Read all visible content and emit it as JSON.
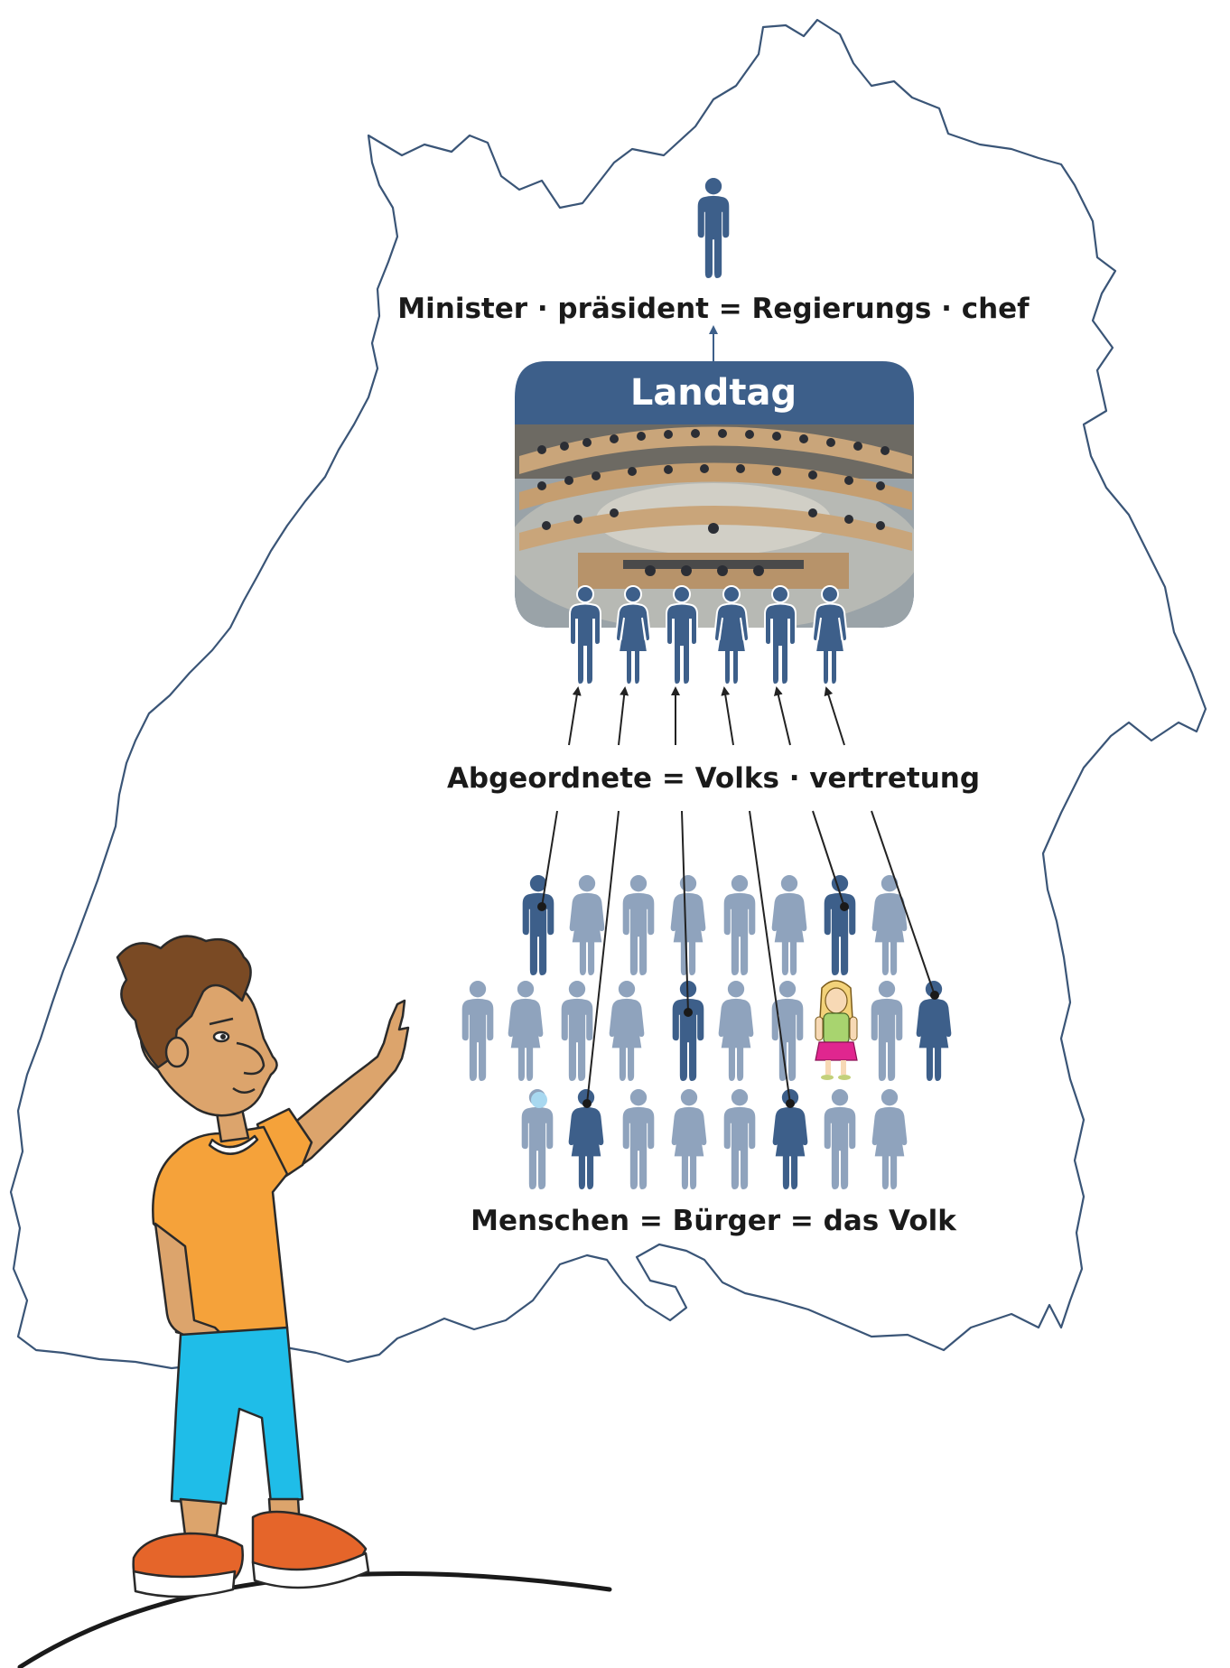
{
  "labels": {
    "top": "Minister · präsident = Regierungs · chef",
    "box_title": "Landtag",
    "middle": "Abgeordnete = Volks · vertretung",
    "bottom": "Menschen = Bürger = das Volk"
  },
  "colors": {
    "map_outline": "#3a5577",
    "person_dark": "#3d5f8a",
    "person_light": "#8fa3bd",
    "box_header": "#3d5f8a",
    "arrow": "#222222",
    "girl_shirt": "#a8d46f",
    "girl_skirt": "#e0268f",
    "boy_shirt": "#f5a23a",
    "boy_pants": "#1fbde8",
    "boy_shoes": "#e5652a"
  },
  "icons": {
    "top_figure": "person-icon",
    "deputies": "person-icon",
    "citizens": "person-icon",
    "girl": "girl-illustration",
    "boy": "pointing-boy-illustration"
  }
}
